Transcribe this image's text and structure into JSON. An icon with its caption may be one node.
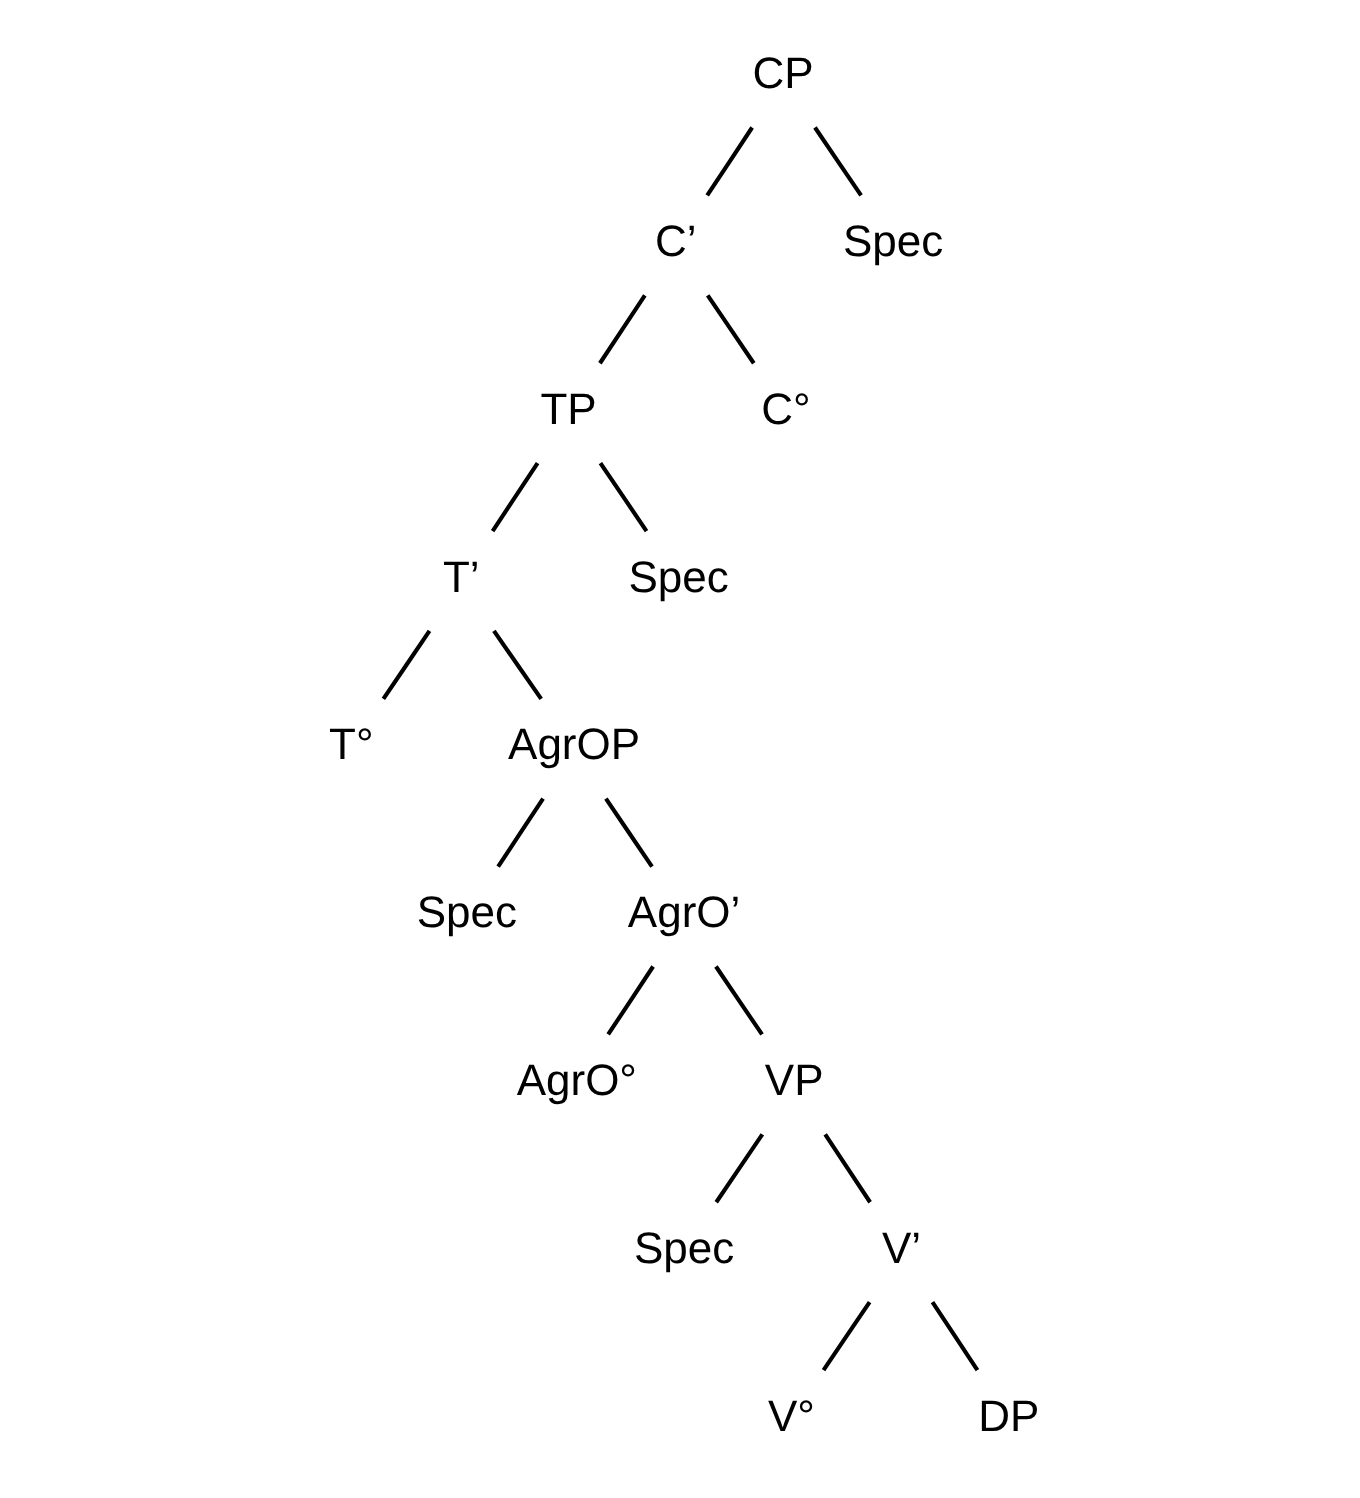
{
  "diagram": {
    "nodes": [
      {
        "text": [
          "CP"
        ]
      },
      {
        "text": [
          "C’"
        ]
      },
      {
        "text": [
          "Spec"
        ]
      },
      {
        "text": [
          "TP"
        ]
      },
      {
        "text": [
          "C°"
        ]
      },
      {
        "text": [
          "T’"
        ]
      },
      {
        "text": [
          "Spec"
        ]
      },
      {
        "text": [
          "T°"
        ]
      },
      {
        "text": [
          "AgrOP"
        ]
      },
      {
        "text": [
          "Spec"
        ]
      },
      {
        "text": [
          "AgrO’"
        ]
      },
      {
        "text": [
          "AgrO°"
        ]
      },
      {
        "text": [
          "VP"
        ]
      },
      {
        "text": [
          "Spec"
        ]
      },
      {
        "text": [
          "V’"
        ]
      },
      {
        "text": [
          "V°"
        ]
      },
      {
        "text": [
          "DP"
        ]
      }
    ],
    "edges": [
      {
        "from": 0,
        "to": 1,
        "arrow": "none"
      },
      {
        "from": 0,
        "to": 2,
        "arrow": "none"
      },
      {
        "from": 1,
        "to": 3,
        "arrow": "none"
      },
      {
        "from": 1,
        "to": 4,
        "arrow": "none"
      },
      {
        "from": 3,
        "to": 6,
        "arrow": "none"
      },
      {
        "from": 3,
        "to": 5,
        "arrow": "none"
      },
      {
        "from": 5,
        "to": 7,
        "arrow": "none"
      },
      {
        "from": 5,
        "to": 8,
        "arrow": "none"
      },
      {
        "from": 8,
        "to": 9,
        "arrow": "none"
      },
      {
        "from": 8,
        "to": 10,
        "arrow": "none"
      },
      {
        "from": 10,
        "to": 11,
        "arrow": "none"
      },
      {
        "from": 10,
        "to": 12,
        "arrow": "none"
      },
      {
        "from": 12,
        "to": 13,
        "arrow": "none"
      },
      {
        "from": 12,
        "to": 14,
        "arrow": "none"
      },
      {
        "from": 14,
        "to": 15,
        "arrow": "none"
      },
      {
        "from": 14,
        "to": 16,
        "arrow": "none"
      }
    ]
  }
}
